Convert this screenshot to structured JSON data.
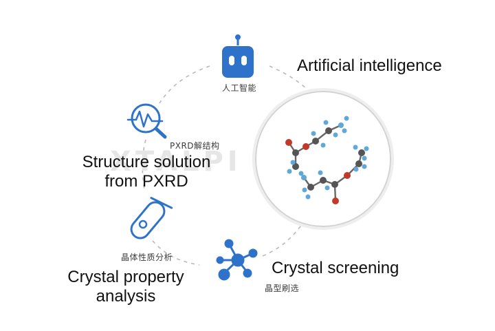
{
  "nodes": {
    "ai": {
      "label_en": "Artificial intelligence",
      "label_zh": "人工智能",
      "icon": "robot-icon"
    },
    "pxrd": {
      "label_en_line1": "Structure solution",
      "label_en_line2": "from PXRD",
      "label_zh": "PXRD解结构",
      "icon": "magnifier-chart-icon"
    },
    "property": {
      "label_en_line1": "Crystal property",
      "label_en_line2": "analysis",
      "label_zh": "晶体性质分析",
      "icon": "test-tube-icon"
    },
    "screening": {
      "label_en": "Crystal screening",
      "label_zh": "晶型刷选",
      "icon": "molecule-network-icon"
    }
  },
  "watermark": "XTALPI",
  "colors": {
    "icon_blue": "#2f72c9",
    "dash": "#b8b8b8",
    "carbon": "#555555",
    "hydrogen": "#5fa8d8",
    "oxygen": "#c0392b"
  }
}
